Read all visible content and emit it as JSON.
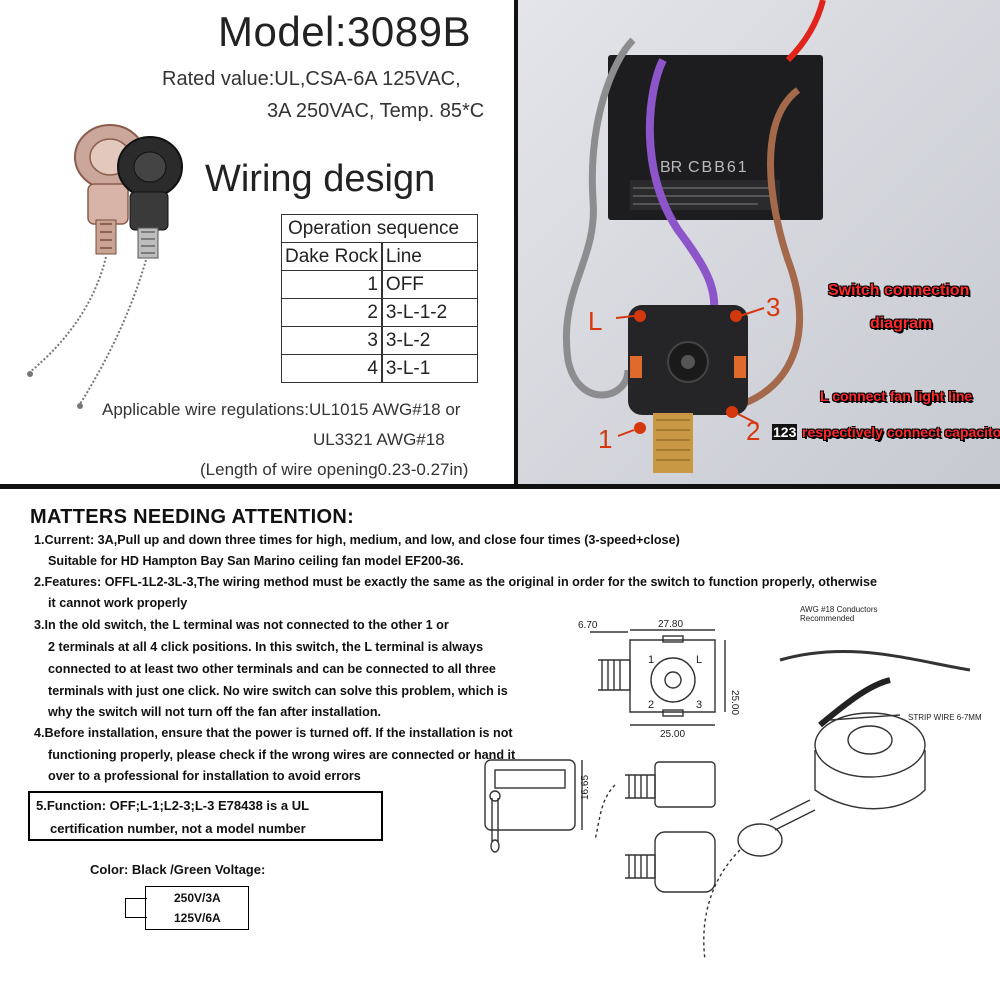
{
  "header": {
    "model": "Model:3089B",
    "rated_line1": "Rated value:UL,CSA-6A 125VAC,",
    "rated_line2": "3A 250VAC, Temp. 85*C",
    "wiring_title": "Wiring design"
  },
  "operation_table": {
    "title": "Operation sequence",
    "col_headers": [
      "Dake Rock",
      "Line"
    ],
    "rows": [
      {
        "step": "1",
        "line": "OFF"
      },
      {
        "step": "2",
        "line": "3-L-1-2"
      },
      {
        "step": "3",
        "line": "3-L-2"
      },
      {
        "step": "4",
        "line": "3-L-1"
      }
    ]
  },
  "wire_regs": {
    "line1": "Applicable wire regulations:UL1015 AWG#18  or",
    "line2": "UL3321 AWG#18",
    "line3": "(Length of wire opening0.23-0.27in)"
  },
  "photo": {
    "capacitor_brand": "BR",
    "capacitor_model": "CBB61",
    "terminal_L": "L",
    "terminal_1": "1",
    "terminal_2": "2",
    "terminal_3": "3",
    "diagram_title_1": "Switch connection",
    "diagram_title_2": "diagram",
    "note_l": "L connect fan light line",
    "note_123_num": "123",
    "note_123": "respectively connect capacitor line"
  },
  "attention": {
    "title": "MATTERS NEEDING ATTENTION:",
    "lines": [
      "1.Current: 3A,Pull up and down three times for high, medium, and low, and close four times (3-speed+close)",
      "Suitable for HD Hampton Bay San Marino ceiling fan model EF200-36.",
      "2.Features: OFFL-1L2-3L-3,The wiring method must be exactly the same as the original in order for the switch to function properly, otherwise",
      "it cannot work properly",
      "3.In the old switch, the L terminal was not connected to the other 1 or",
      "2 terminals at all 4 click positions. In this switch, the L terminal is always",
      "connected to at least two other terminals and can be connected to all three",
      "terminals with just one click. No wire switch can solve this problem, which is",
      "why the switch will not turn off the fan after installation.",
      "4.Before installation, ensure that the power is turned off. If the installation is not",
      "functioning properly, please check if the wrong wires are connected or hand it",
      "over to a professional for installation to avoid errors"
    ],
    "func_line1": "5.Function: OFF;L-1;L2-3;L-3 E78438 is a UL",
    "func_line2": "certification number, not a model number",
    "color_label": "Color: Black /Green Voltage:",
    "volt1": "250V/3A",
    "volt2": "125V/6A"
  },
  "drawing": {
    "dim_670": "6.70",
    "dim_2780": "27.80",
    "dim_2500_v": "25.00",
    "dim_2500_h": "25.00",
    "dim_1665": "16.65",
    "awg_label_1": "AWG #18 Conductors",
    "awg_label_2": "Recommended",
    "strip_label": "STRIP WIRE 6-7MM",
    "pin_1": "1",
    "pin_L": "L",
    "pin_2": "2",
    "pin_3": "3"
  }
}
